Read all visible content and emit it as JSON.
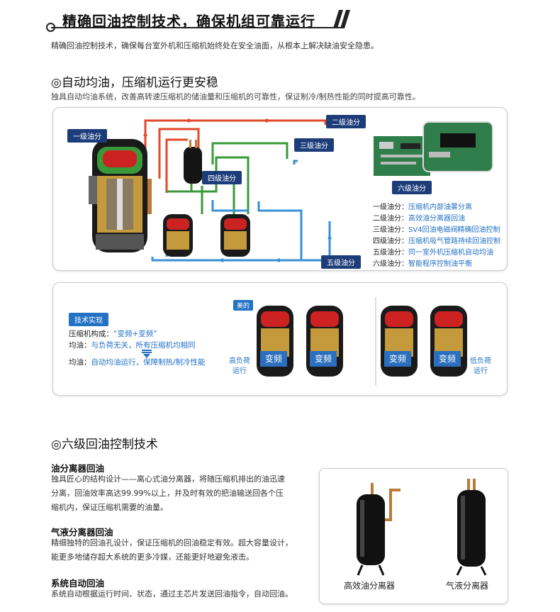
{
  "header": {
    "title": "精确回油控制技术，确保机组可靠运行",
    "intro": "精确回油控制技术，确保每台室外机和压缩机始终处在安全油面，从根本上解决缺油安全隐患。"
  },
  "section1": {
    "title": "◎自动均油，压缩机运行更安稳",
    "desc": "独具自动均油系统，改善高转速压缩机的储油量和压缩机的可靠性，保证制冷/制热性能的同时提高可靠性。"
  },
  "diagram": {
    "tags": {
      "level1": "一级油分",
      "level2": "二级油分",
      "level3": "三级油分",
      "level4": "四级油分",
      "level5": "五级油分",
      "level6": "六级油分"
    },
    "legend": [
      {
        "key": "一级油分：",
        "value": "压缩机内部油雾分离"
      },
      {
        "key": "二级油分：",
        "value": "高效油分离器回油"
      },
      {
        "key": "三级油分：",
        "value": "SV4回油电磁阀精确回油控制"
      },
      {
        "key": "四级油分：",
        "value": "压缩机吸气管路持续回油控制"
      },
      {
        "key": "五级油分：",
        "value": "同一室外机压缩机自动均油"
      },
      {
        "key": "六级油分：",
        "value": "智能程序控制油平衡"
      }
    ]
  },
  "tech": {
    "title": "技术实现",
    "rows": [
      {
        "key": "压缩机构成：",
        "value": "“变频+变频”"
      },
      {
        "key": "均油：",
        "value": "与负荷无关，所有压缩机均相同"
      },
      {
        "key": "均油：",
        "value": "自动均油运行，保障制热/制冷性能"
      }
    ],
    "brand": "美的",
    "compressor_label": "变频",
    "left_side": [
      "高负荷",
      "运行"
    ],
    "right_side": [
      "低负荷",
      "运行"
    ]
  },
  "section2": {
    "title": "◎六级回油控制技术",
    "items": [
      {
        "heading": "油分离器回油",
        "lines": [
          "独具匠心的结构设计——离心式油分离器，将随压缩机排出的油迅速",
          "分离，回油效率高达99.99%以上，并及时有效的把油输送回各个压",
          "缩机内，保证压缩机需要的油量。"
        ]
      },
      {
        "heading": "气液分离器回油",
        "lines": [
          "精细独特的回油孔设计，保证压缩机的回油稳定有效。超大容量设计，",
          "能更多地储存超大系统的更多冷媒，还能更好地避免液击。"
        ]
      },
      {
        "heading": "系统自动回油",
        "lines": [
          "系统自动根据运行时间、状态，通过主芯片发送回油指令，自动回油。"
        ]
      }
    ],
    "captions": [
      "高效油分离器",
      "气液分离器"
    ]
  },
  "colors": {
    "accent_blue": "#2472c4",
    "tag_navy": "#1d3d7a",
    "hot_pipe": "#e04a2a",
    "cold_pipe": "#3a8fd6",
    "oil_pipe": "#3a9a3a"
  }
}
